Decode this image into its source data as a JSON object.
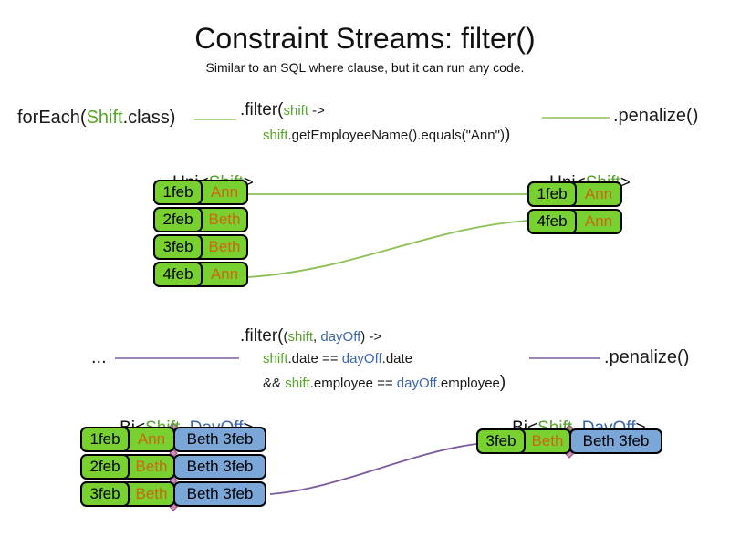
{
  "title": "Constraint Streams: filter()",
  "subtitle": "Similar to an SQL where clause, but it can run any code.",
  "colors": {
    "box_green": "#79d131",
    "box_blue": "#7aa6d8",
    "code_green": "#55a629",
    "code_blue": "#3b66b5",
    "name_orange": "#cc6611",
    "line_green": "#8cc055",
    "line_purple": "#7a5b9e",
    "diamond_pink": "#d78ab8"
  },
  "pipeline_top": {
    "foreach": {
      "pre": "forEach(",
      "type": "Shift",
      "post": ".class)"
    },
    "filter": {
      "head": ".filter(",
      "param": "shift",
      "arrow": " ->"
    },
    "filter_body": {
      "var": "shift",
      "expr": ".getEmployeeName().equals(\"Ann\")",
      "close": ")"
    },
    "penalize": ".penalize()"
  },
  "uni_left": {
    "label": {
      "pre": "Uni<",
      "type": "Shift",
      "post": ">"
    },
    "rows": [
      {
        "date": "1feb",
        "name": "Ann"
      },
      {
        "date": "2feb",
        "name": "Beth"
      },
      {
        "date": "3feb",
        "name": "Beth"
      },
      {
        "date": "4feb",
        "name": "Ann"
      }
    ]
  },
  "uni_right": {
    "label": {
      "pre": "Uni<",
      "type": "Shift",
      "post": ">"
    },
    "rows": [
      {
        "date": "1feb",
        "name": "Ann"
      },
      {
        "date": "4feb",
        "name": "Ann"
      }
    ]
  },
  "pipeline_bottom": {
    "ellipsis": "...",
    "filter": {
      "head": ".filter(",
      "open": "(",
      "p1": "shift",
      "comma": ", ",
      "p2": "dayOff",
      "close_arrow": ") ->"
    },
    "body1": {
      "v1": "shift",
      "m1": ".date == ",
      "v2": "dayOff",
      "m2": ".date"
    },
    "body2": {
      "amp": "&& ",
      "v1": "shift",
      "m1": ".employee == ",
      "v2": "dayOff",
      "m2": ".employee",
      "close": ")"
    },
    "penalize": ".penalize()"
  },
  "bi_left": {
    "label": {
      "pre": "Bi<",
      "t1": "Shift",
      "comma": ", ",
      "t2": "DayOff",
      "post": ">"
    },
    "rows": [
      {
        "date": "1feb",
        "name": "Ann",
        "dayoff": "Beth 3feb"
      },
      {
        "date": "2feb",
        "name": "Beth",
        "dayoff": "Beth 3feb"
      },
      {
        "date": "3feb",
        "name": "Beth",
        "dayoff": "Beth 3feb"
      }
    ]
  },
  "bi_right": {
    "label": {
      "pre": "Bi<",
      "t1": "Shift",
      "comma": ", ",
      "t2": "DayOff",
      "post": ">"
    },
    "rows": [
      {
        "date": "3feb",
        "name": "Beth",
        "dayoff": "Beth 3feb"
      }
    ]
  }
}
